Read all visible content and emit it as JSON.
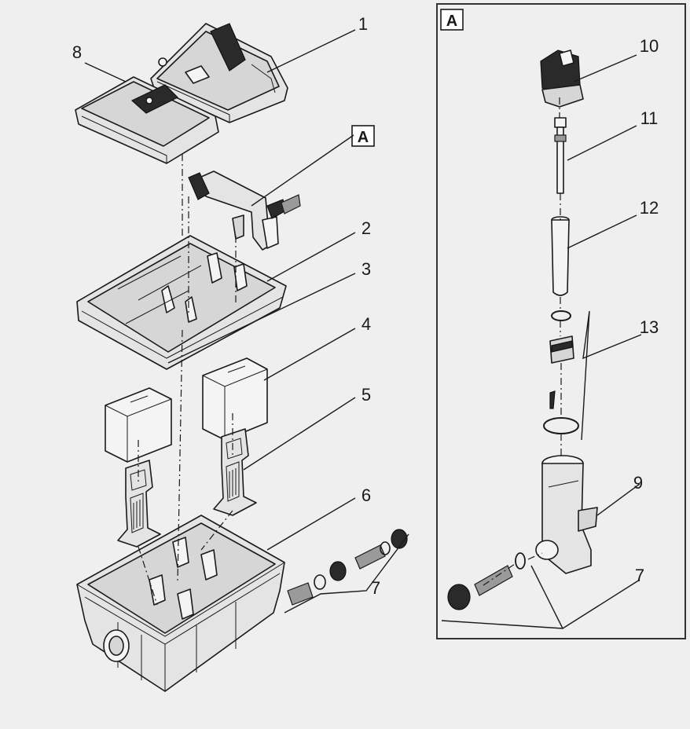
{
  "callouts": [
    {
      "id": "1",
      "text": "1"
    },
    {
      "id": "2",
      "text": "2"
    },
    {
      "id": "3",
      "text": "3"
    },
    {
      "id": "4",
      "text": "4"
    },
    {
      "id": "5",
      "text": "5"
    },
    {
      "id": "6",
      "text": "6"
    },
    {
      "id": "7a",
      "text": "7"
    },
    {
      "id": "8",
      "text": "8"
    },
    {
      "id": "9",
      "text": "9"
    },
    {
      "id": "10",
      "text": "10"
    },
    {
      "id": "11",
      "text": "11"
    },
    {
      "id": "12",
      "text": "12"
    },
    {
      "id": "13",
      "text": "13"
    },
    {
      "id": "7b",
      "text": "7"
    }
  ],
  "detail_markers": {
    "main": "A",
    "inset": "A"
  }
}
